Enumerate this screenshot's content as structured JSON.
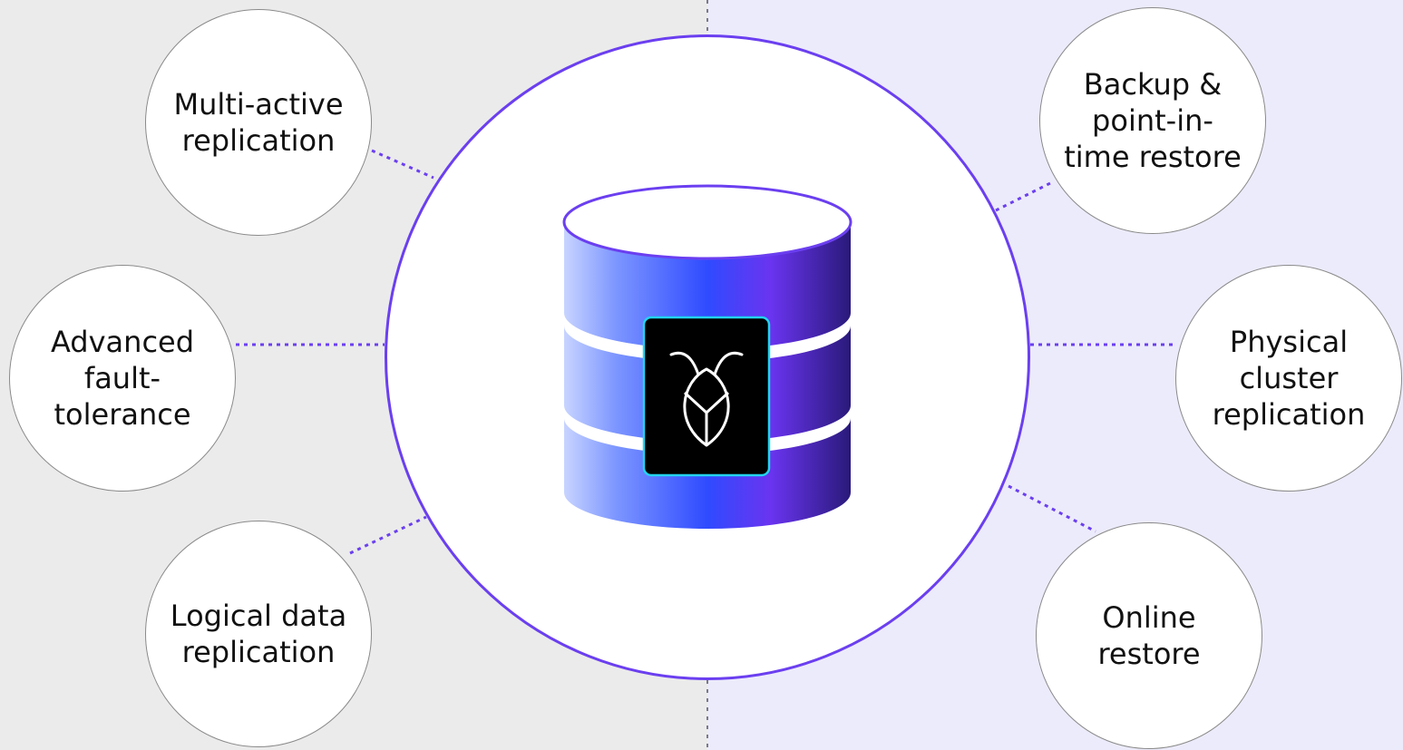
{
  "features": {
    "left": [
      {
        "label": "Multi-active\nreplication"
      },
      {
        "label": "Advanced\nfault-\ntolerance"
      },
      {
        "label": "Logical data\nreplication"
      }
    ],
    "right": [
      {
        "label": "Backup &\npoint-in-\ntime restore"
      },
      {
        "label": "Physical\ncluster\nreplication"
      },
      {
        "label": "Online\nrestore"
      }
    ]
  },
  "center": {
    "icon": "database-cylinder-icon",
    "logo": "cockroach-logo"
  },
  "colors": {
    "left_background": "#ebebeb",
    "right_background": "#ecebfb",
    "accent": "#6b3ff0",
    "connector": "#6b3ff0"
  }
}
